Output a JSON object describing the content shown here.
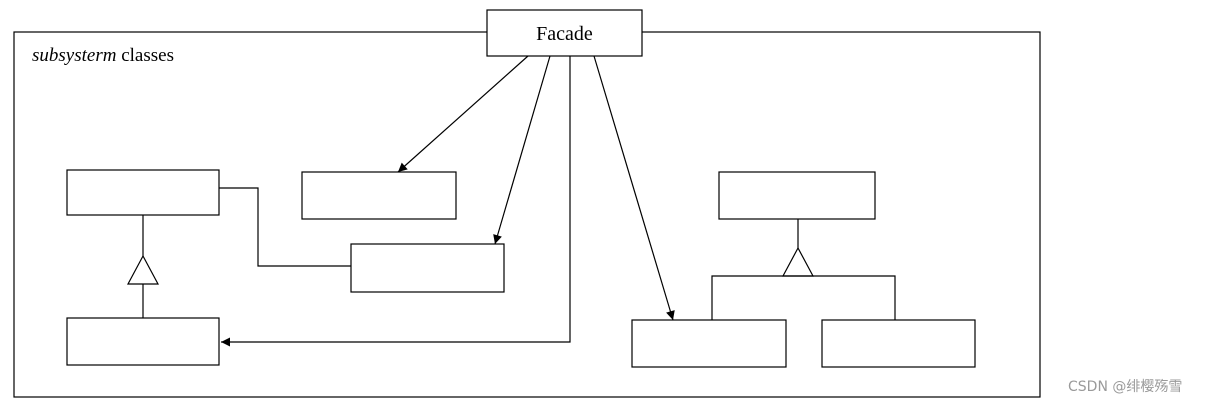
{
  "diagram": {
    "facade_label": "Facade",
    "subsystem_label_italic": "subsysterm",
    "subsystem_label_rest": " classes",
    "colors": {
      "line": "#000000",
      "background": "#ffffff",
      "watermark": "#9a9a9a"
    }
  },
  "watermark": {
    "text": "CSDN @绯樱殇雪"
  }
}
